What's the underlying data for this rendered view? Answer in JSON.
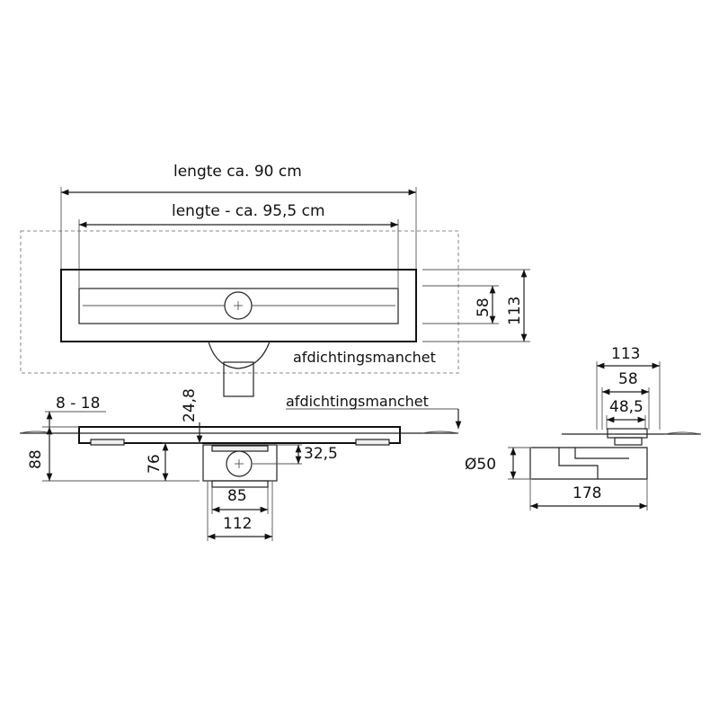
{
  "top_view": {
    "length_outer": "lengte ca. 90 cm",
    "length_inner": "lengte  - ca. 95,5 cm",
    "width_58": "58",
    "width_113": "113",
    "sealing_label": "afdichtingsmanchet"
  },
  "side_view": {
    "sealing_label": "afdichtingsmanchet",
    "range_8_18": "8 - 18",
    "height_248": "24,8",
    "height_88": "88",
    "height_76": "76",
    "offset_325": "32,5",
    "width_85": "85",
    "width_112": "112"
  },
  "end_view": {
    "width_113": "113",
    "width_58": "58",
    "width_485": "48,5",
    "diameter_50": "Ø50",
    "length_178": "178"
  }
}
